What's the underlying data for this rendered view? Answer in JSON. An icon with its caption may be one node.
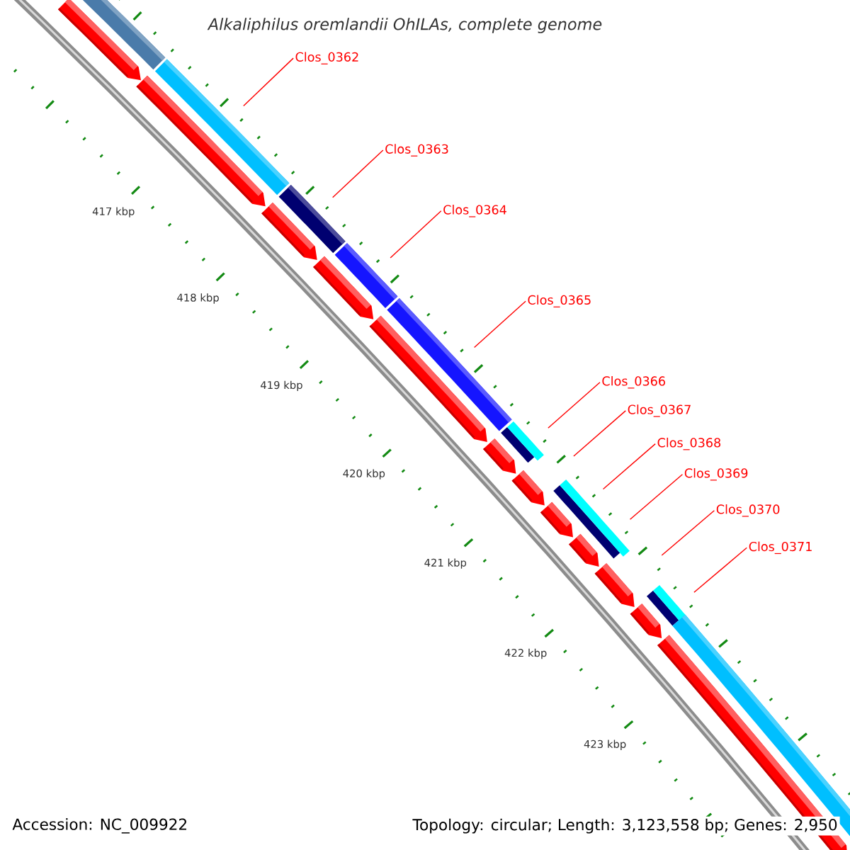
{
  "diagram": {
    "title": "*Alkaliphilus oremlandii* OhILAs, complete genome",
    "nodes": [
      {
        "text": [
          "Clos_0362"
        ]
      },
      {
        "text": [
          "Clos_0363"
        ]
      },
      {
        "text": [
          "Clos_0364"
        ]
      },
      {
        "text": [
          "Clos_0365"
        ]
      },
      {
        "text": [
          "Clos_0366"
        ]
      },
      {
        "text": [
          "Clos_0367"
        ]
      },
      {
        "text": [
          "Clos_0368"
        ]
      },
      {
        "text": [
          "Clos_0369"
        ]
      },
      {
        "text": [
          "Clos_0370"
        ]
      },
      {
        "text": [
          "Clos_0371"
        ]
      }
    ],
    "edges": [
      {
        "from": 0,
        "to": null,
        "arrow": "none"
      },
      {
        "from": 1,
        "to": null,
        "arrow": "none"
      },
      {
        "from": 2,
        "to": null,
        "arrow": "none"
      },
      {
        "from": 3,
        "to": null,
        "arrow": "none"
      },
      {
        "from": 4,
        "to": null,
        "arrow": "none"
      },
      {
        "from": 5,
        "to": null,
        "arrow": "none"
      },
      {
        "from": 6,
        "to": null,
        "arrow": "none"
      },
      {
        "from": 7,
        "to": null,
        "arrow": "none"
      },
      {
        "from": 8,
        "to": null,
        "arrow": "none"
      },
      {
        "from": 9,
        "to": null,
        "arrow": "none"
      }
    ],
    "labels": [
      "417 kbp",
      "418 kbp",
      "419 kbp",
      "420 kbp",
      "421 kbp",
      "422 kbp",
      "423 kbp",
      "Accession: NC_009922",
      "Topology: circular; Length: 3,123,558 bp; Genes: 2,950"
    ]
  }
}
